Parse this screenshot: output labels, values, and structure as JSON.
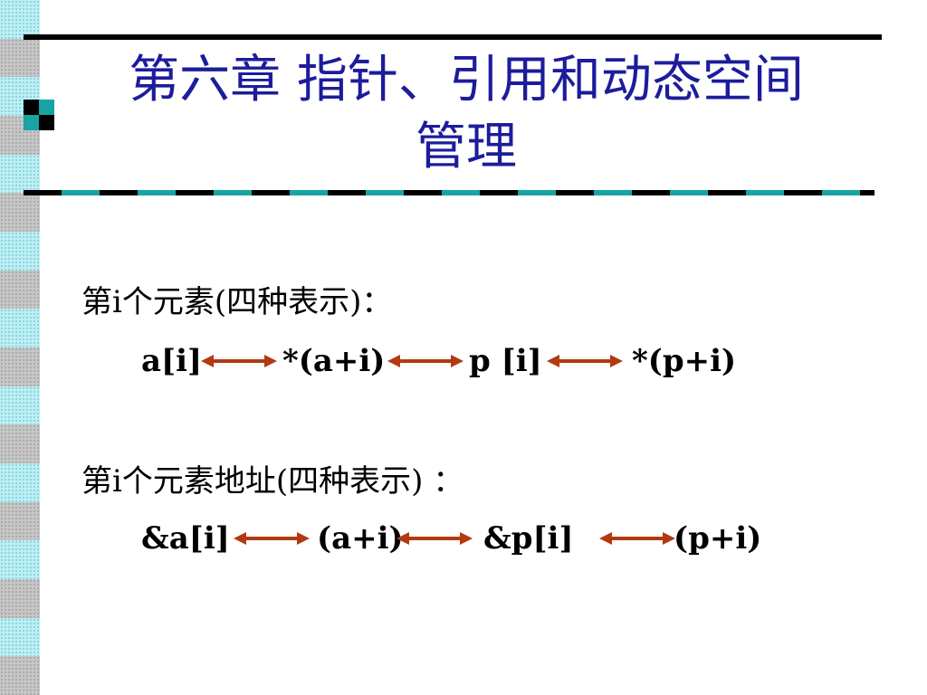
{
  "title": {
    "line1": "第六章 指针、引用和动态空间",
    "line2": "管理"
  },
  "sections": [
    {
      "heading": "第i个元素(四种表示)：",
      "expressions": [
        "a[i]",
        "*(a+i)",
        "p [i]",
        "*(p+i)"
      ]
    },
    {
      "heading": "第i个元素地址(四种表示) ：",
      "expressions": [
        "&a[i]",
        "(a+i)",
        "&p[i]",
        "(p+i)"
      ]
    }
  ],
  "colors": {
    "title": "#1c1c9c",
    "arrow": "#b23a12",
    "accent": "#1aa3a3"
  }
}
